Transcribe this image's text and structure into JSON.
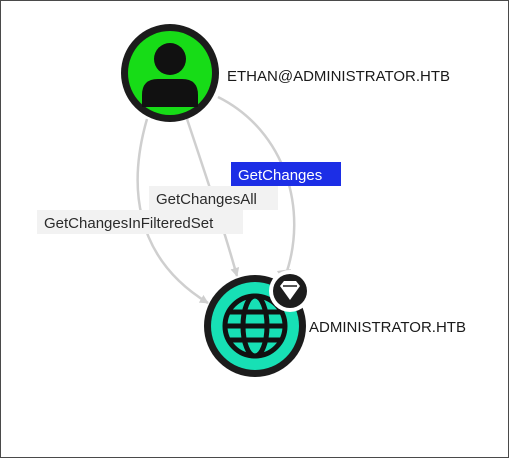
{
  "graph": {
    "nodes": {
      "user": {
        "label": "ETHAN@ADMINISTRATOR.HTB",
        "type": "User",
        "icon": "user-icon",
        "color": "#17dc17"
      },
      "domain": {
        "label": "ADMINISTRATOR.HTB",
        "type": "Domain",
        "icon": "globe-icon",
        "color": "#17e0b5",
        "badge_icon": "gem-icon"
      }
    },
    "edges": [
      {
        "label": "GetChangesInFilteredSet",
        "selected": false
      },
      {
        "label": "GetChangesAll",
        "selected": false
      },
      {
        "label": "GetChanges",
        "selected": true
      }
    ],
    "colors": {
      "edge": "#cfcfcf",
      "edge_label_bg": "#f2f2f2",
      "selected_label_bg": "#1c2ee6",
      "node_ring": "#1c1c1c"
    }
  }
}
